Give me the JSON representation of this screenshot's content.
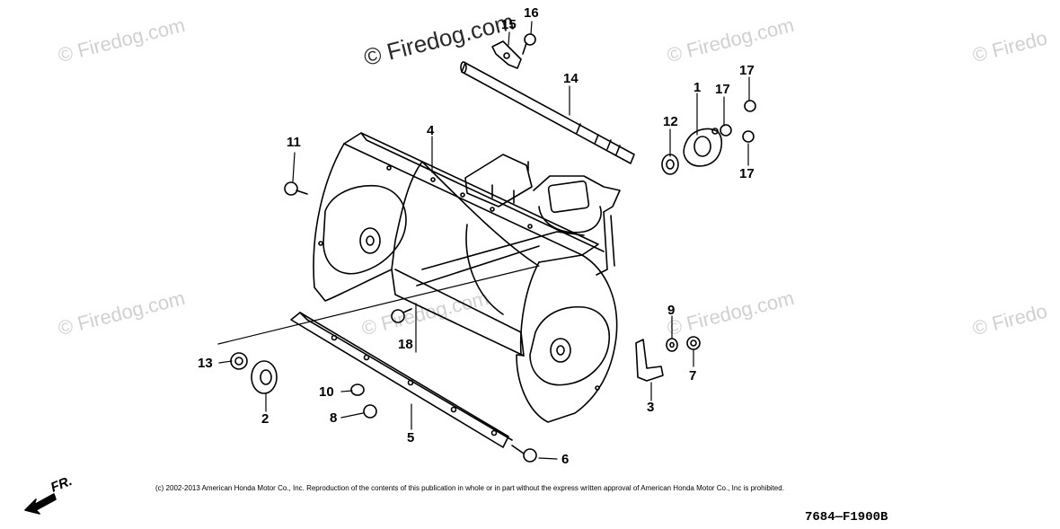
{
  "watermark": {
    "main": "© Firedog.com",
    "faint": "© Firedog.com",
    "edge": "© Firedo"
  },
  "callouts": [
    "1",
    "2",
    "3",
    "4",
    "5",
    "6",
    "7",
    "8",
    "9",
    "10",
    "11",
    "12",
    "13",
    "14",
    "15",
    "16",
    "17",
    "17",
    "17",
    "18"
  ],
  "front_label": "FR.",
  "copyright": "(c) 2002-2013 American Honda Motor Co., Inc. Reproduction of the contents of this publication in whole or in part without the express written approval of American Honda Motor Co., Inc is prohibited.",
  "diagram_code": "7684—F1900B"
}
